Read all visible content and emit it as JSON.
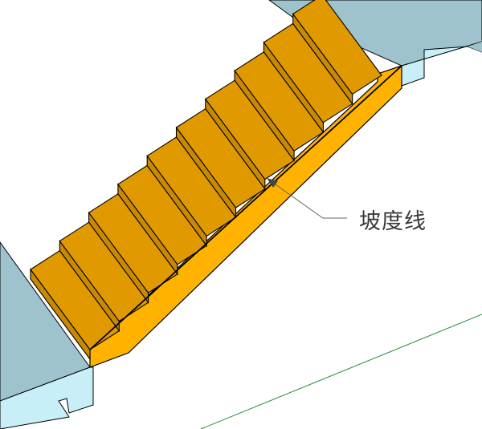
{
  "diagram": {
    "type": "3d-staircase-model",
    "annotation": {
      "label": "坡度线",
      "meaning": "slope line"
    },
    "colors": {
      "background": "#ffffff",
      "stair_tread": "#e09a00",
      "stair_side": "#ffb300",
      "stair_riser_shadow": "#c98a00",
      "platform_top": "#9ec3cc",
      "platform_front": "#c8eef7",
      "edge": "#000000",
      "leader_line": "#555555",
      "ground_line": "#2e8b3a"
    },
    "step_count": 10
  }
}
